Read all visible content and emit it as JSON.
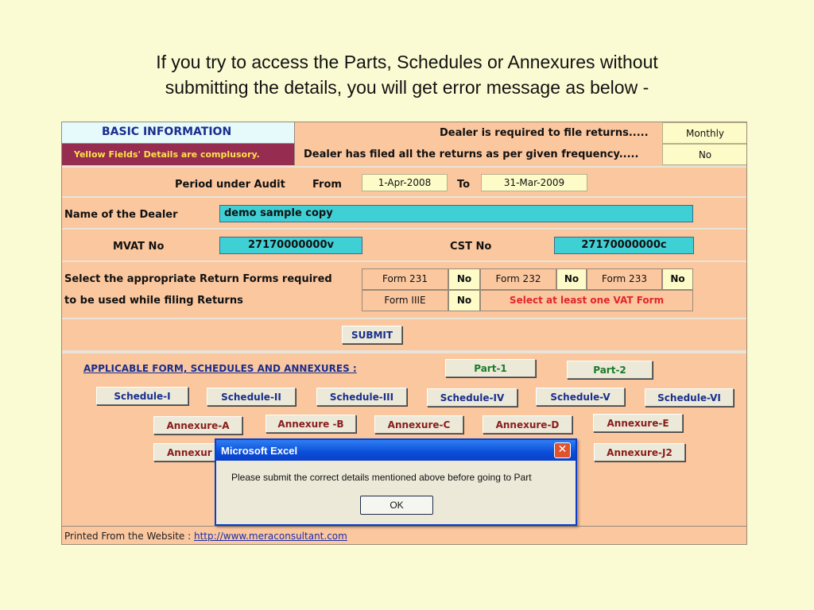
{
  "slide": {
    "title_line1": "If you try to access the Parts, Schedules or Annexures without",
    "title_line2": "submitting the details, you will get error message as below -"
  },
  "sheet": {
    "basic_info": "BASIC INFORMATION",
    "yellow_note": "Yellow Fields' Details are complusory.",
    "q_required": "Dealer is required to file returns.....",
    "q_required_value": "Monthly",
    "q_filed": "Dealer has filed all the returns as per given frequency.....",
    "q_filed_value": "No",
    "period_label": "Period under Audit",
    "from_label": "From",
    "from_value": "1-Apr-2008",
    "to_label": "To",
    "to_value": "31-Mar-2009",
    "dealer_label": "Name of the Dealer",
    "dealer_value": "demo sample copy",
    "mvat_label": "MVAT No",
    "mvat_value": "27170000000v",
    "cst_label": "CST No",
    "cst_value": "27170000000c",
    "select_line1": "Select the appropriate Return Forms required",
    "select_line2": "to be used while filing Returns",
    "forms": [
      {
        "label": "Form 231",
        "value": "No"
      },
      {
        "label": "Form 232",
        "value": "No"
      },
      {
        "label": "Form 233",
        "value": "No"
      },
      {
        "label": "Form IIIE",
        "value": "No"
      }
    ],
    "vat_warning": "Select at least one VAT Form",
    "submit_label": "SUBMIT",
    "applicable_title": "APPLICABLE FORM, SCHEDULES AND ANNEXURES :",
    "parts": [
      "Part-1",
      "Part-2"
    ],
    "schedules": [
      "Schedule-I",
      "Schedule-II",
      "Schedule-III",
      "Schedule-IV",
      "Schedule-V",
      "Schedule-VI"
    ],
    "annexures": [
      "Annexure-A",
      "Annexure -B",
      "Annexure-C",
      "Annexure-D",
      "Annexure-E"
    ],
    "annexures_row3": [
      "Annexur",
      "Annexure-J2"
    ],
    "footer_text": "Printed From the Website :",
    "footer_link": "http://www.meraconsultant.com"
  },
  "dialog": {
    "title": "Microsoft Excel",
    "close_glyph": "✕",
    "message": "Please submit the correct details mentioned above before going to Part",
    "ok_label": "OK"
  },
  "colors": {
    "sheet_bg": "#fbc79f",
    "input_yellow": "#fdfbc8",
    "input_cyan": "#3fd0d6",
    "slide_bg": "#fbfbd3",
    "dialog_title": "#0b3fc8"
  }
}
